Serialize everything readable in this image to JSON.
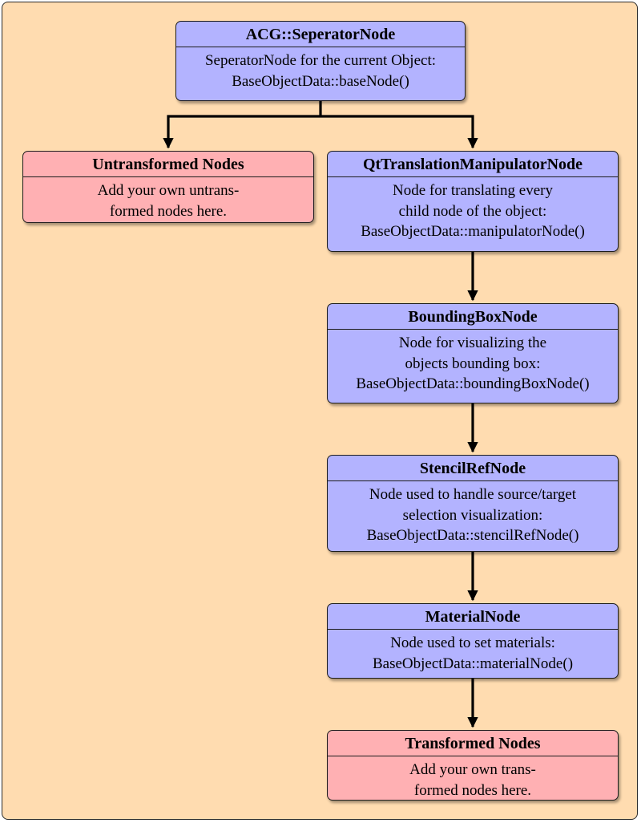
{
  "colors": {
    "background": "#ffdcb0",
    "node_blue": "#b3b3ff",
    "node_red": "#ffb0b3",
    "stroke": "#000000"
  },
  "nodes": {
    "separator": {
      "title": "ACG::SeperatorNode",
      "lines": [
        "SeperatorNode for the current Object:",
        "BaseObjectData::baseNode()"
      ]
    },
    "untransformed": {
      "title": "Untransformed Nodes",
      "lines": [
        "Add your own untrans-",
        "formed nodes here."
      ]
    },
    "translation": {
      "title": "QtTranslationManipulatorNode",
      "lines": [
        "Node for translating every",
        "child node of the object:",
        "BaseObjectData::manipulatorNode()"
      ]
    },
    "boundingbox": {
      "title": "BoundingBoxNode",
      "lines": [
        "Node for visualizing the",
        "objects bounding box:",
        "BaseObjectData::boundingBoxNode()"
      ]
    },
    "stencilref": {
      "title": "StencilRefNode",
      "lines": [
        "Node used to handle source/target",
        "selection visualization:",
        "BaseObjectData::stencilRefNode()"
      ]
    },
    "material": {
      "title": "MaterialNode",
      "lines": [
        "Node used to set materials:",
        "BaseObjectData::materialNode()"
      ]
    },
    "transformed": {
      "title": "Transformed Nodes",
      "lines": [
        "Add your own trans-",
        "formed nodes here."
      ]
    }
  },
  "edges": [
    {
      "from": "separator",
      "to": "untransformed"
    },
    {
      "from": "separator",
      "to": "translation"
    },
    {
      "from": "translation",
      "to": "boundingbox"
    },
    {
      "from": "boundingbox",
      "to": "stencilref"
    },
    {
      "from": "stencilref",
      "to": "material"
    },
    {
      "from": "material",
      "to": "transformed"
    }
  ]
}
